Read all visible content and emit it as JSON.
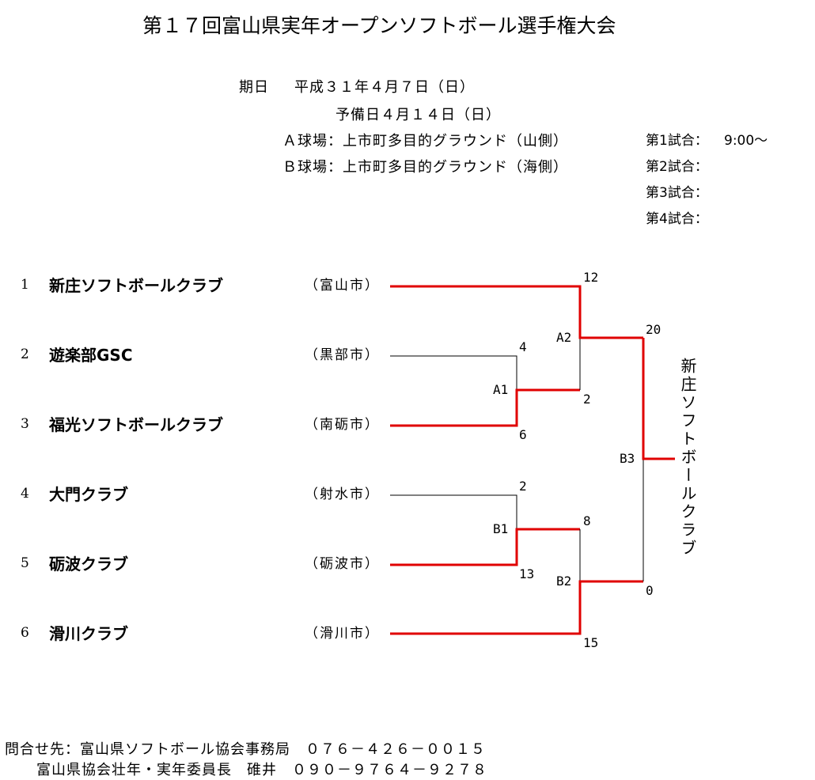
{
  "title": "第１７回富山県実年オープンソフトボール選手権大会",
  "schedule": {
    "date_label": "期日",
    "date": "平成３１年４月７日（日）",
    "reserve": "予備日４月１４日（日）",
    "venue_a": "Ａ球場：上市町多目的グラウンド（山側）",
    "venue_b": "Ｂ球場：上市町多目的グラウンド（海側）"
  },
  "games": [
    {
      "label": "第1試合：",
      "time": "9:00～"
    },
    {
      "label": "第2試合：",
      "time": ""
    },
    {
      "label": "第3試合：",
      "time": ""
    },
    {
      "label": "第4試合：",
      "time": ""
    }
  ],
  "teams": [
    {
      "num": "1",
      "name": "新庄ソフトボールクラブ",
      "city": "（富山市）"
    },
    {
      "num": "2",
      "name": "遊楽部GSC",
      "city": "（黒部市）"
    },
    {
      "num": "3",
      "name": "福光ソフトボールクラブ",
      "city": "（南砺市）"
    },
    {
      "num": "4",
      "name": "大門クラブ",
      "city": "（射水市）"
    },
    {
      "num": "5",
      "name": "砺波クラブ",
      "city": "（砺波市）"
    },
    {
      "num": "6",
      "name": "滑川クラブ",
      "city": "（滑川市）"
    }
  ],
  "matches": [
    {
      "label": "A1",
      "score_top": "4",
      "score_bottom": "6"
    },
    {
      "label": "A2",
      "score_top": "12",
      "score_bottom": "2"
    },
    {
      "label": "B1",
      "score_top": "2",
      "score_bottom": "13"
    },
    {
      "label": "B2",
      "score_top": "8",
      "score_bottom": "15"
    },
    {
      "label": "B3",
      "score_top": "20",
      "score_bottom": "0"
    }
  ],
  "champion": "新庄ソフトボールクラブ",
  "contact": {
    "line1": "問合せ先：富山県ソフトボール協会事務局　０７６－４２６－００１５",
    "line2": "富山県協会壮年・実年委員長　碓井　０９０－９７６４－９２７８"
  },
  "colors": {
    "winner_line": "#e00000",
    "loser_line": "#000000"
  }
}
